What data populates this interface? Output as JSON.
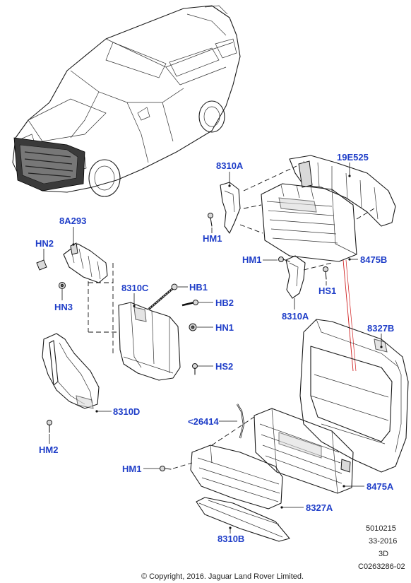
{
  "callouts": {
    "c_8310a_top": "8310A",
    "c_19e525": "19E525",
    "c_hm1_upper": "HM1",
    "c_8a293": "8A293",
    "c_hn2": "HN2",
    "c_hn3": "HN3",
    "c_hm1_mid": "HM1",
    "c_8475b": "8475B",
    "c_hs1": "HS1",
    "c_8310a_mid": "8310A",
    "c_8310c": "8310C",
    "c_hb1": "HB1",
    "c_hb2": "HB2",
    "c_hn1": "HN1",
    "c_hs2": "HS2",
    "c_8327b": "8327B",
    "c_8310d": "8310D",
    "c_hm2": "HM2",
    "c_26414": "<26414",
    "c_hm1_lower": "HM1",
    "c_8475a": "8475A",
    "c_8327a": "8327A",
    "c_8310b": "8310B"
  },
  "info_block": {
    "code1": "5010215",
    "code2": "33-2016",
    "view": "3D",
    "drawing_no": "C0263286-02"
  },
  "copyright": "© Copyright, 2016. Jaguar Land Rover Limited."
}
